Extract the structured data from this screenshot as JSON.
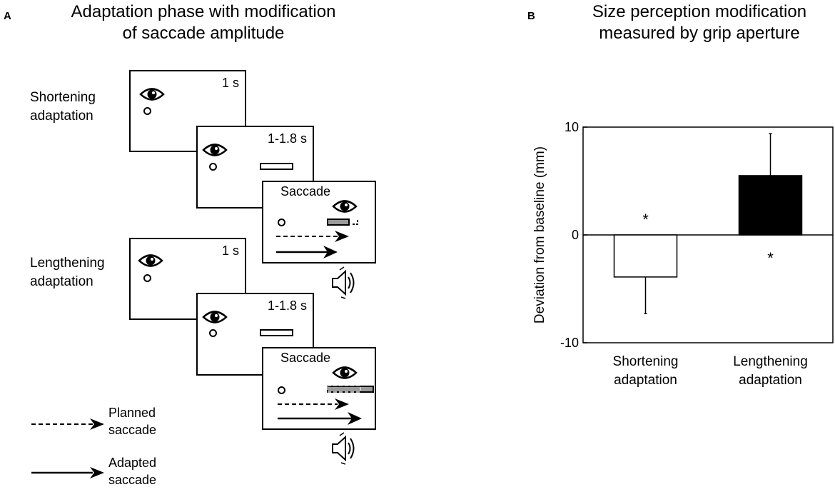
{
  "panel_a": {
    "letter": "A",
    "title_line1": "Adaptation phase with modification",
    "title_line2": "of saccade amplitude",
    "shortening": {
      "label_line1": "Shortening",
      "label_line2": "adaptation",
      "screen1_time": "1 s",
      "screen2_time": "1-1.8 s",
      "screen3_title": "Saccade"
    },
    "lengthening": {
      "label_line1": "Lengthening",
      "label_line2": "adaptation",
      "screen1_time": "1 s",
      "screen2_time": "1-1.8 s",
      "screen3_title": "Saccade"
    },
    "legend": {
      "planned_line1": "Planned",
      "planned_line2": "saccade",
      "adapted_line1": "Adapted",
      "adapted_line2": "saccade"
    },
    "icons": [
      "eye-icon",
      "speaker-icon",
      "dashed-arrow-icon",
      "solid-arrow-icon"
    ]
  },
  "panel_b": {
    "letter": "B",
    "title_line1": "Size perception modification",
    "title_line2": "measured by grip aperture"
  },
  "chart_data": {
    "type": "bar",
    "categories": [
      "Shortening adaptation",
      "Lengthening adaptation"
    ],
    "category_lines": [
      [
        "Shortening",
        "adaptation"
      ],
      [
        "Lengthening",
        "adaptation"
      ]
    ],
    "values": [
      -3.9,
      5.5
    ],
    "error": [
      3.4,
      3.9
    ],
    "error_direction": [
      "down",
      "up"
    ],
    "bar_colors": [
      "#ffffff",
      "#000000"
    ],
    "significance": [
      "*",
      "*"
    ],
    "ylabel": "Deviation from baseline (mm)",
    "ylim": [
      -10,
      10
    ],
    "yticks": [
      -10,
      0,
      10
    ],
    "ytick_labels": [
      "-10",
      "0",
      "10"
    ],
    "grid": false,
    "zero_line": true
  }
}
